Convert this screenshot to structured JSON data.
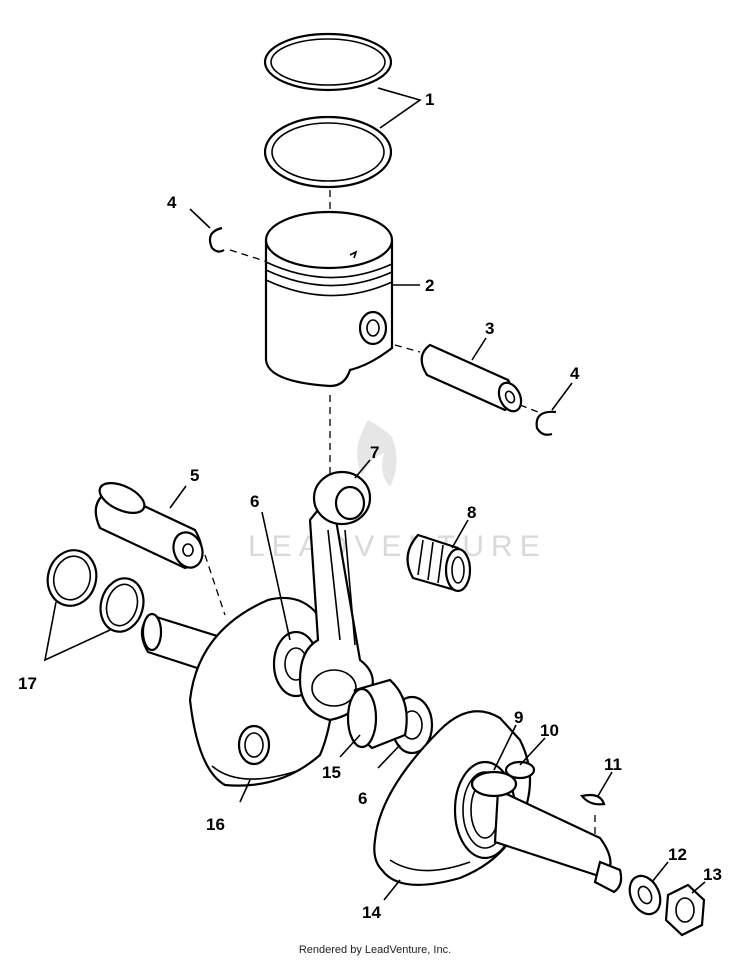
{
  "watermark": {
    "text": "LEADVENTURE"
  },
  "footer": {
    "text": "Rendered by LeadVenture, Inc."
  },
  "callouts": [
    "1",
    "2",
    "3",
    "4",
    "4",
    "5",
    "6",
    "6",
    "7",
    "8",
    "9",
    "10",
    "11",
    "12",
    "13",
    "14",
    "15",
    "16",
    "17"
  ]
}
